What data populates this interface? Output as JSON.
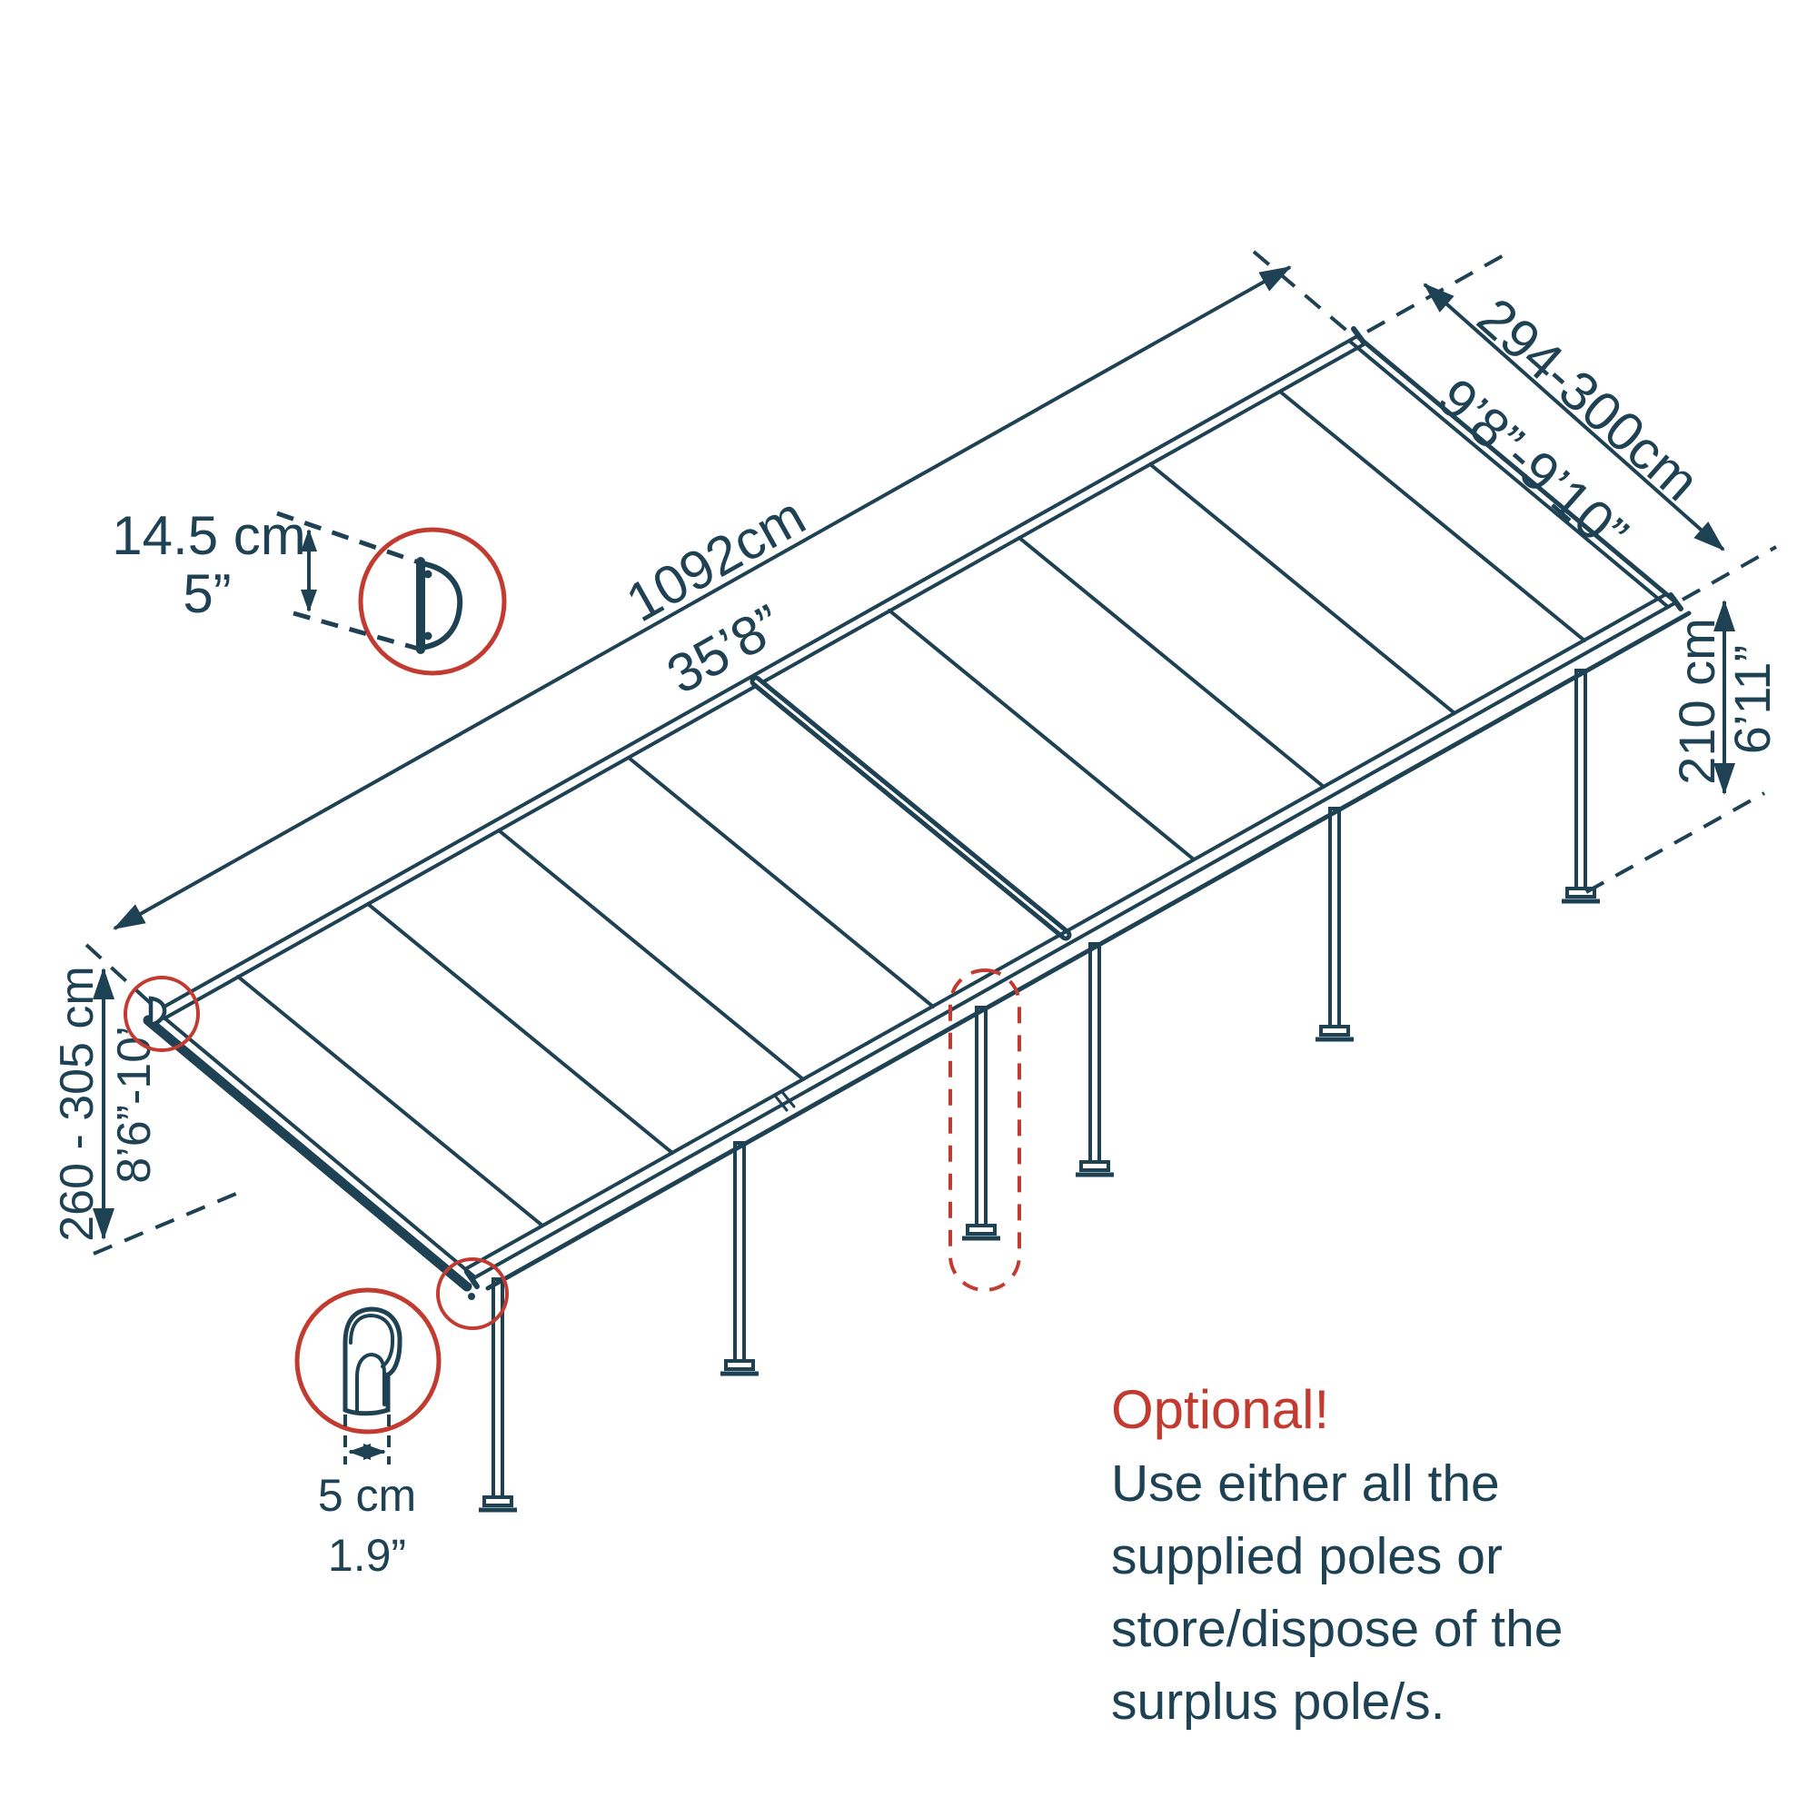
{
  "colors": {
    "ink": "#1E4254",
    "accent_red": "#C23B31",
    "background": "#FFFFFF"
  },
  "diagram": {
    "type": "patio-cover-dimension-diagram",
    "dimensions": {
      "length": {
        "metric": "1092cm",
        "imperial": "35’8”"
      },
      "depth": {
        "metric": "294-300cm",
        "imperial": "9’8”-9’10”"
      },
      "front_height": {
        "metric": "210 cm",
        "imperial": "6’11”"
      },
      "wall_height": {
        "metric": "260 - 305 cm",
        "imperial": "8’6”-10’"
      },
      "gutter_profile": {
        "metric": "14.5 cm",
        "imperial": "5”"
      },
      "pole_profile": {
        "metric": "5 cm",
        "imperial": "1.9”"
      }
    },
    "note": {
      "title": "Optional!",
      "line1": "Use either all the",
      "line2": "supplied poles or",
      "line3": "store/dispose of the",
      "line4": "surplus pole/s."
    }
  }
}
